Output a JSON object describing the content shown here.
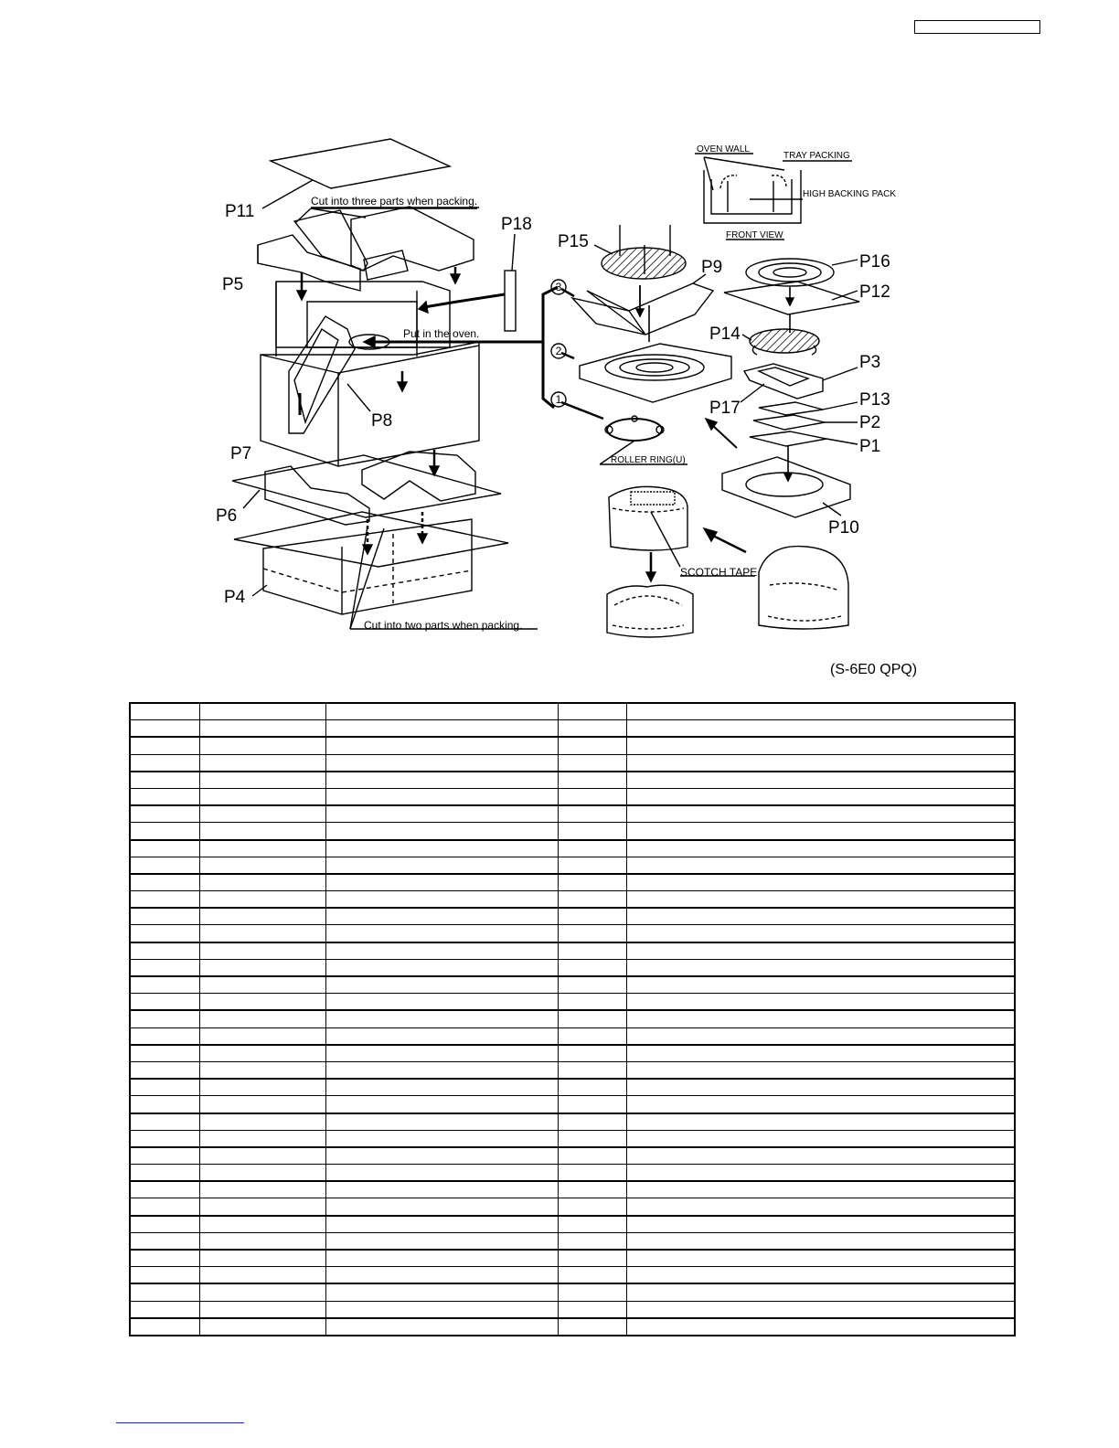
{
  "labels": {
    "p1": "P1",
    "p2": "P2",
    "p3": "P3",
    "p4": "P4",
    "p5": "P5",
    "p6": "P6",
    "p7": "P7",
    "p8": "P8",
    "p9": "P9",
    "p10": "P10",
    "p11": "P11",
    "p12": "P12",
    "p13": "P13",
    "p14": "P14",
    "p15": "P15",
    "p16": "P16",
    "p17": "P17",
    "p18": "P18"
  },
  "notes": {
    "cut_three": "Cut into three parts when packing.",
    "cut_two": "Cut into two parts when packing.",
    "put_in_oven": "Put in the oven.",
    "roller_ring": "ROLLER RING(U)",
    "scotch_tape": "SCOTCH TAPE"
  },
  "inset": {
    "oven_wall": "OVEN WALL",
    "tray_packing": "TRAY PACKING",
    "high_backing_pack": "HIGH BACKING PACK",
    "front_view": "FRONT VIEW"
  },
  "steps": {
    "one": "1",
    "two": "2",
    "three": "3"
  },
  "caption": "(S-6E0 QPQ)"
}
